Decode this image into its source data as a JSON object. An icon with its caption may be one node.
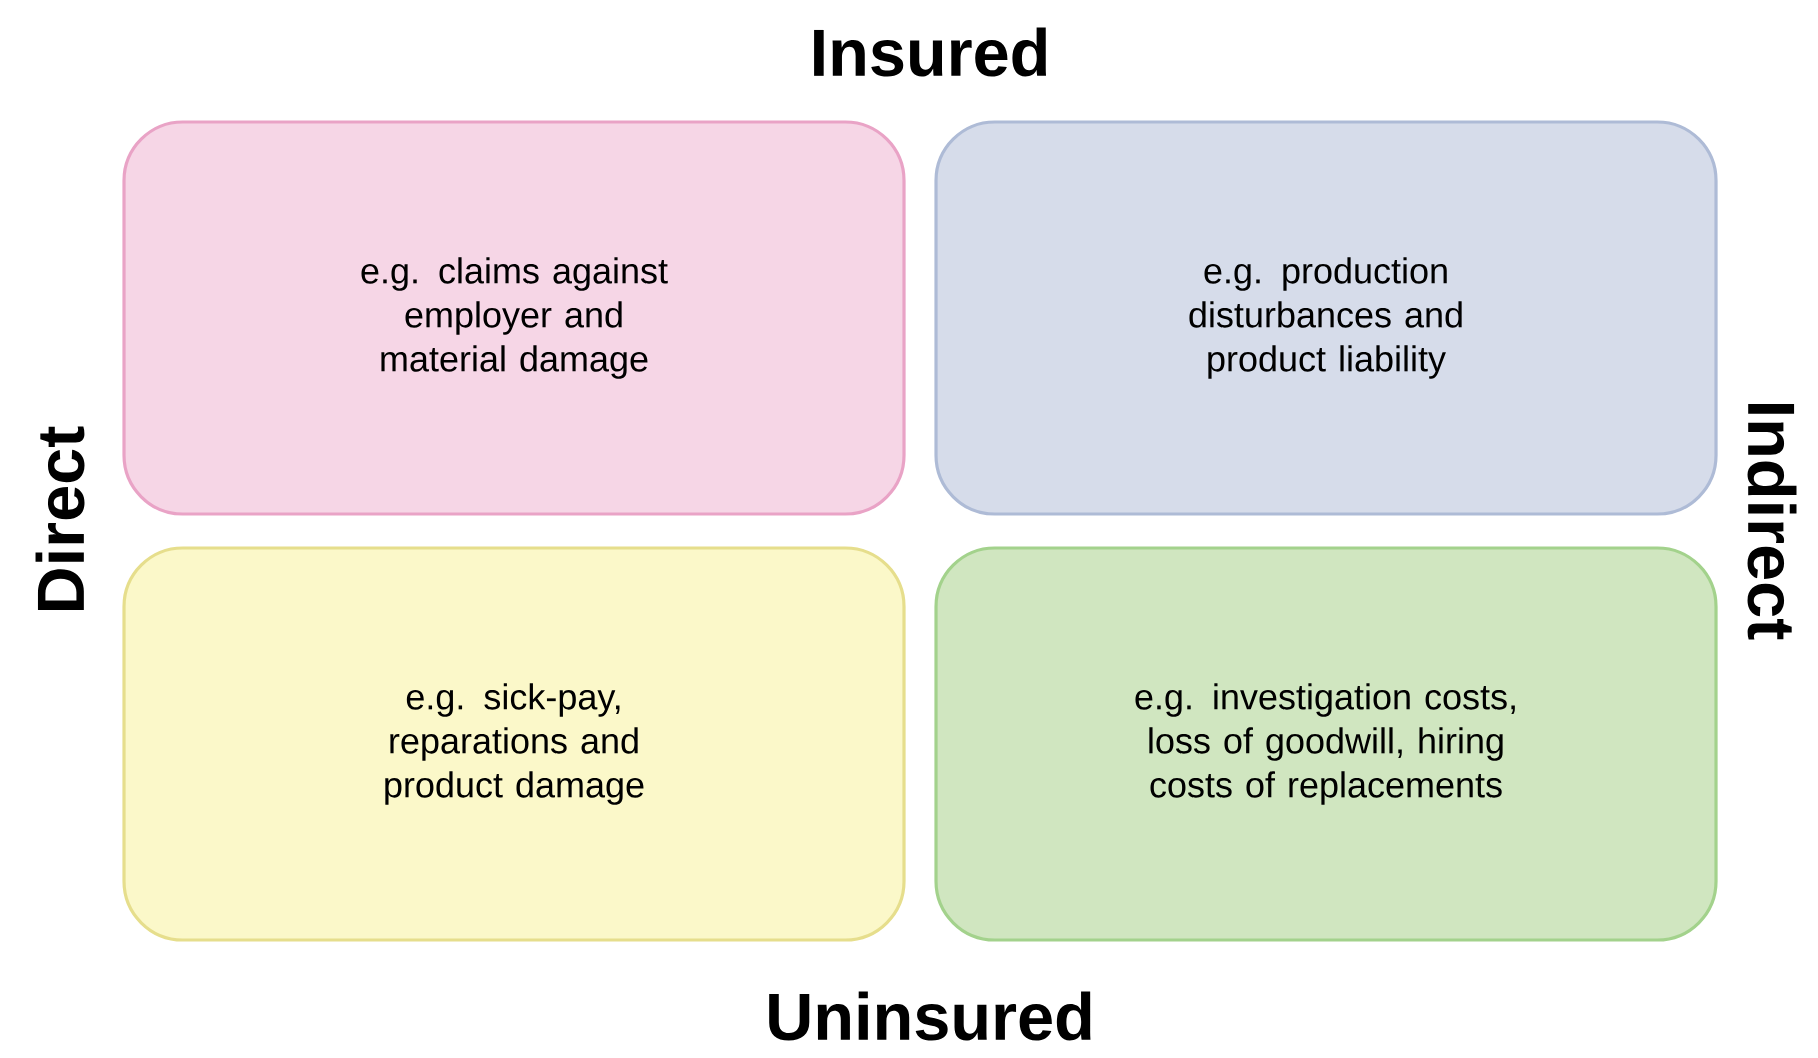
{
  "diagram": {
    "nodes": [
      {
        "text": [
          "e.g. claims against employer and material damage"
        ]
      },
      {
        "text": [
          "e.g. production disturbances and product liability"
        ]
      },
      {
        "text": [
          "e.g. sick-pay, reparations and product damage"
        ]
      },
      {
        "text": [
          "e.g. investigation costs, loss of goodwill, hiring costs of replacements"
        ]
      }
    ],
    "labels": [
      "Insured",
      "Direct",
      "Indirect",
      "Uninsured"
    ]
  }
}
